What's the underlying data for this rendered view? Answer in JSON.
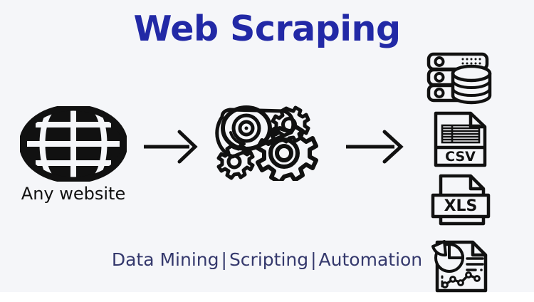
{
  "theme": {
    "background": "#f5f6f9",
    "title_color": "#2229a6",
    "tagline_color": "#35396d",
    "icon_color": "#111111",
    "label_color": "#111111"
  },
  "header": {
    "title": "Web Scraping"
  },
  "flow": {
    "source": {
      "icon": "globe-icon",
      "label": "Any website"
    },
    "arrow_1": {
      "icon": "arrow-right-icon"
    },
    "process": {
      "icon": "gears-belt-icon",
      "label": ""
    },
    "arrow_2": {
      "icon": "arrow-right-icon"
    },
    "outputs": [
      {
        "icon": "database-server-icon",
        "label": ""
      },
      {
        "icon": "csv-file-icon",
        "label": "CSV"
      },
      {
        "icon": "xls-file-icon",
        "label": "XLS"
      },
      {
        "icon": "report-chart-icon",
        "label": ""
      }
    ]
  },
  "footer": {
    "items": [
      "Data Mining",
      "Scripting",
      "Automation"
    ],
    "separator": "|",
    "full_text": "Data Mining | Scripting | Automation"
  }
}
